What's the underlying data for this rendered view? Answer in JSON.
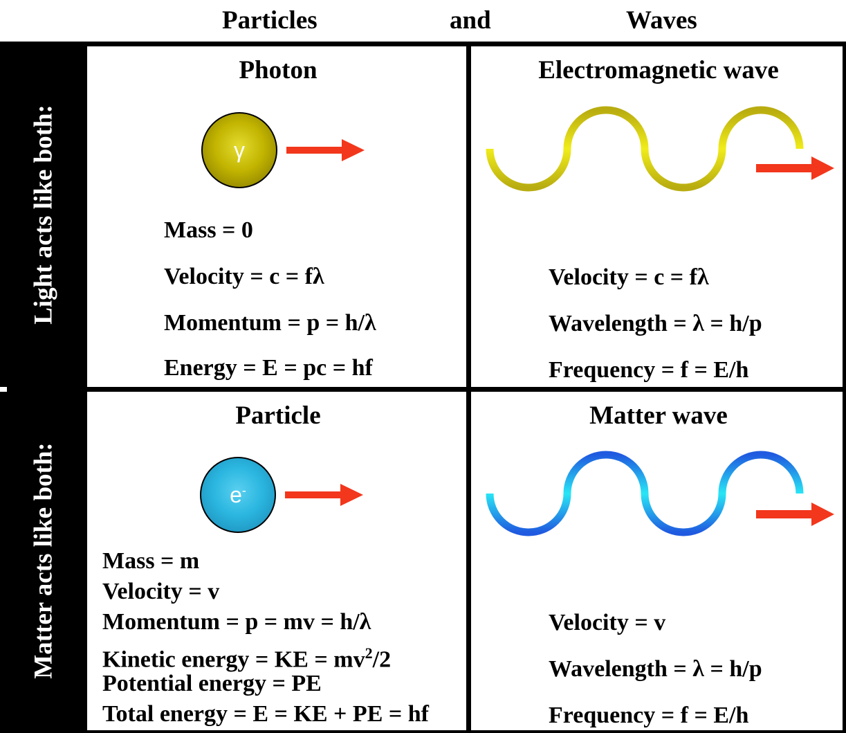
{
  "header": {
    "left": "Particles",
    "middle": "and",
    "right": "Waves"
  },
  "rows": {
    "light_label": "Light acts like both:",
    "matter_label": "Matter acts like both:"
  },
  "photon": {
    "title": "Photon",
    "symbol": "γ",
    "mass": "Mass = 0",
    "velocity": "Velocity = c = fλ",
    "momentum": "Momentum = p = h/λ",
    "energy": "Energy = E = pc = hf"
  },
  "em_wave": {
    "title": "Electromagnetic wave",
    "velocity": "Velocity = c = fλ",
    "wavelength": "Wavelength = λ = h/p",
    "frequency": "Frequency = f = E/h"
  },
  "particle": {
    "title": "Particle",
    "symbol": "e",
    "symbol_sup": "-",
    "mass": "Mass = m",
    "velocity": "Velocity = v",
    "momentum": "Momentum = p = mv = h/λ",
    "kinetic_pre": "Kinetic energy = KE = mv",
    "kinetic_sup": "2",
    "kinetic_post": "/2",
    "potential": "Potential energy = PE",
    "total": "Total energy = E = KE + PE = hf"
  },
  "matter_wave": {
    "title": "Matter wave",
    "velocity": "Velocity = v",
    "wavelength": "Wavelength = λ = h/p",
    "frequency": "Frequency = f = E/h"
  },
  "colors": {
    "photon_fill": "#c2b400",
    "electron_fill": "#2ab6e0",
    "arrow": "#f2371c",
    "em_wave_light": "#f0ec1a",
    "em_wave_dark": "#b8ac10",
    "matter_wave_light": "#28e6f5",
    "matter_wave_dark": "#1f5ae0"
  }
}
